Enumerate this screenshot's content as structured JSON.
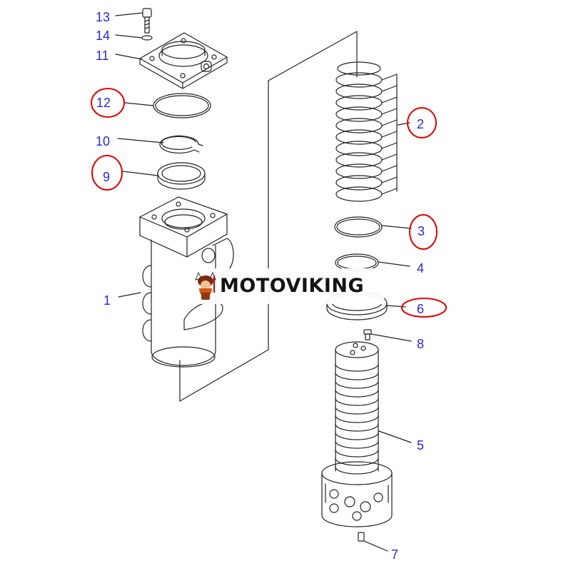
{
  "watermark": {
    "text": "MOTOVIKING",
    "logo_icon": "viking-mascot-icon"
  },
  "colors": {
    "label": "#2a2ad0",
    "highlight_circle": "#e00000",
    "line": "#222222"
  },
  "parts": [
    {
      "label": "1",
      "highlighted": false
    },
    {
      "label": "2",
      "highlighted": true
    },
    {
      "label": "3",
      "highlighted": true
    },
    {
      "label": "4",
      "highlighted": false
    },
    {
      "label": "5",
      "highlighted": false
    },
    {
      "label": "6",
      "highlighted": true
    },
    {
      "label": "7",
      "highlighted": false
    },
    {
      "label": "8",
      "highlighted": false
    },
    {
      "label": "9",
      "highlighted": true
    },
    {
      "label": "10",
      "highlighted": false
    },
    {
      "label": "11",
      "highlighted": false
    },
    {
      "label": "12",
      "highlighted": true
    },
    {
      "label": "13",
      "highlighted": false
    },
    {
      "label": "14",
      "highlighted": false
    }
  ]
}
